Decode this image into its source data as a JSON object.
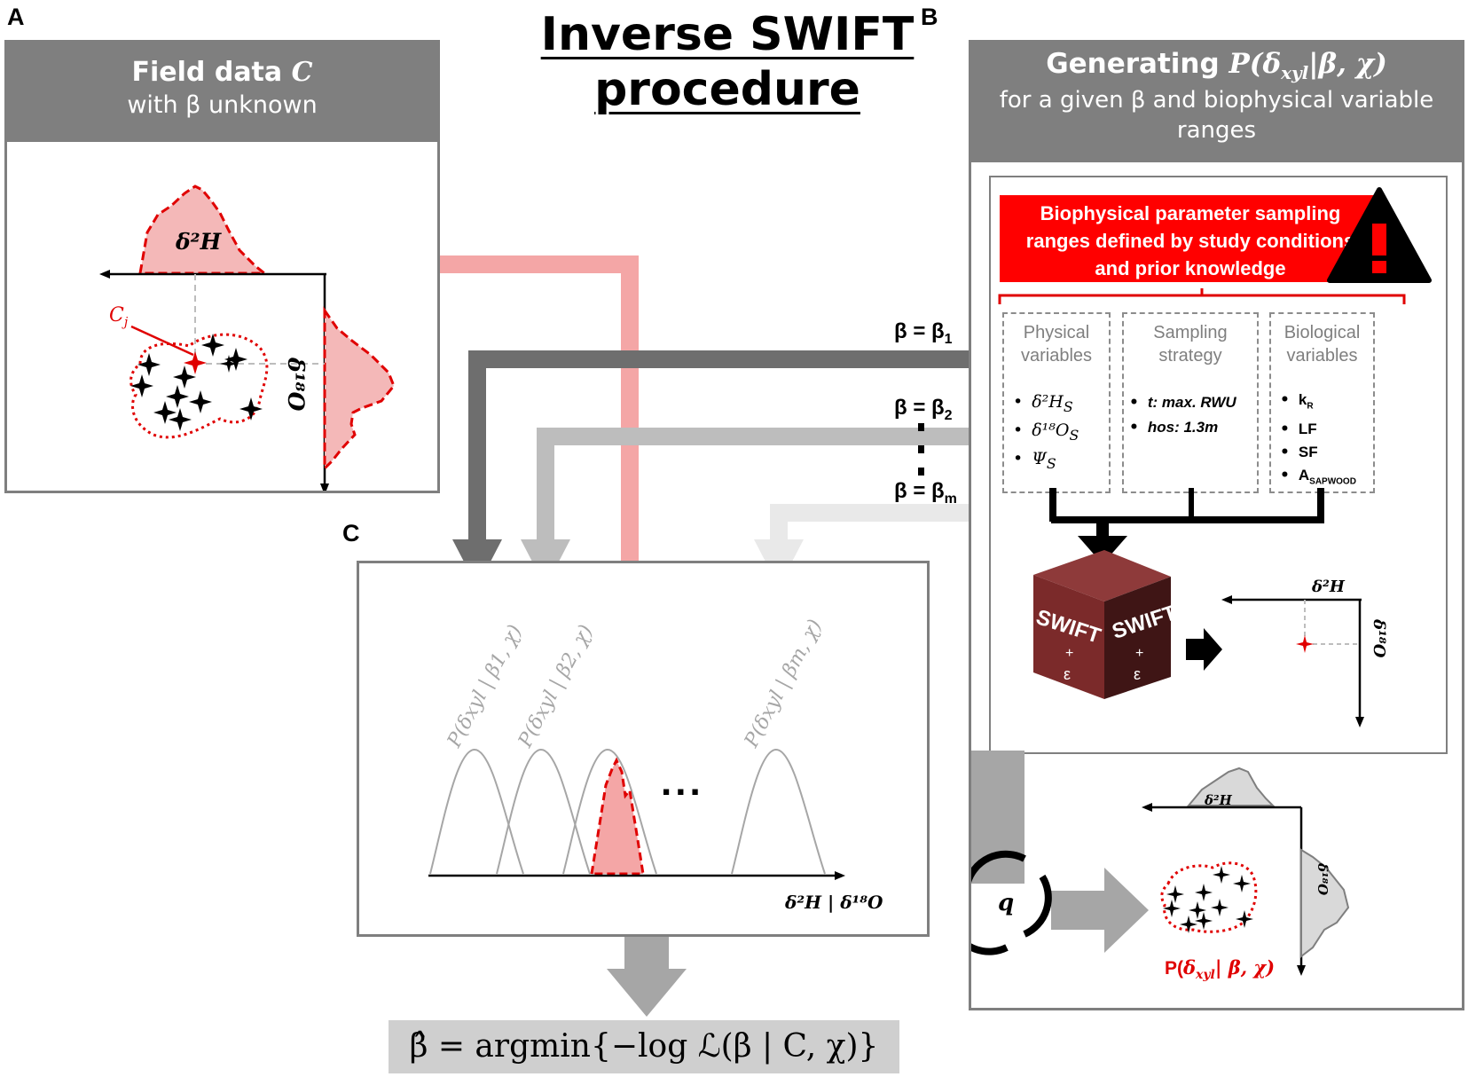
{
  "title": {
    "line1": "Inverse SWIFT",
    "line2": "procedure"
  },
  "panel_letters": {
    "a": "A",
    "b": "B",
    "c": "C"
  },
  "panel_a": {
    "header_line1_prefix": "Field data ",
    "header_line1_var": "C",
    "header_line2": "with β unknown",
    "label_d2h": "δ²H",
    "label_d18o": "δ¹⁸O",
    "label_cj": "C",
    "label_cj_sub": "j"
  },
  "panel_b": {
    "header_line1_prefix": "Generating ",
    "header_line1_formula": "P(δ",
    "header_line1_sub": "xyl",
    "header_line1_rest": "|β, χ)",
    "header_line2": "for a given β and biophysical variable",
    "header_line3": "ranges",
    "warning_line1": "Biophysical parameter sampling",
    "warning_line2": "ranges defined by study conditions",
    "warning_line3": "and prior knowledge",
    "warning_icon": "!",
    "physical": {
      "title1": "Physical",
      "title2": "variables",
      "items": [
        "δ²H",
        "δ¹⁸O",
        "Ψ"
      ],
      "item_subs": [
        "S",
        "S",
        "S"
      ]
    },
    "sampling": {
      "title1": "Sampling",
      "title2": "strategy",
      "items": [
        "t: max. RWU",
        "hos: 1.3m"
      ]
    },
    "biological": {
      "title1": "Biological",
      "title2": "variables",
      "items": [
        "k",
        "LF",
        "SF",
        "A"
      ],
      "item_subs": [
        "R",
        "",
        "",
        "SAPWOOD"
      ]
    },
    "cube_front": "SWIFT",
    "cube_side": "SWIFT",
    "cube_plus": "+",
    "cube_eps": "ε",
    "mini_d2h": "δ²H",
    "mini_d18o": "δ¹⁸O",
    "loop_label": "q",
    "dist_d2h": "δ²H",
    "dist_d18o": "δ¹⁸O",
    "dist_label_prefix": "P(",
    "dist_label_delta": "δ",
    "dist_label_sub": "xyl",
    "dist_label_rest": "| β, χ)"
  },
  "betas": [
    {
      "prefix": "β = β",
      "sub": "1"
    },
    {
      "prefix": "β = β",
      "sub": "2"
    },
    {
      "prefix": "β = β",
      "sub": "m"
    }
  ],
  "panel_c": {
    "curve_labels": [
      "P(δxyl | β1, χ)",
      "P(δxyl | β2, χ)",
      "P(δxyl | βm, χ)"
    ],
    "ellipsis": "...",
    "axis_label": "δ²H | δ¹⁸O"
  },
  "result": "β̂ = argmin{−log ℒ(β | C, χ)}",
  "colors": {
    "header_grey": "#7f7f7f",
    "red": "#ff0000",
    "pink": "#f4a6a6",
    "dark_arrow": "#6e6e6e",
    "mid_arrow": "#bdbdbd",
    "light_arrow": "#e9e9e9",
    "cube_front": "#7b2a2a",
    "cube_side": "#3f1515",
    "cube_top": "#8e3a3a"
  }
}
